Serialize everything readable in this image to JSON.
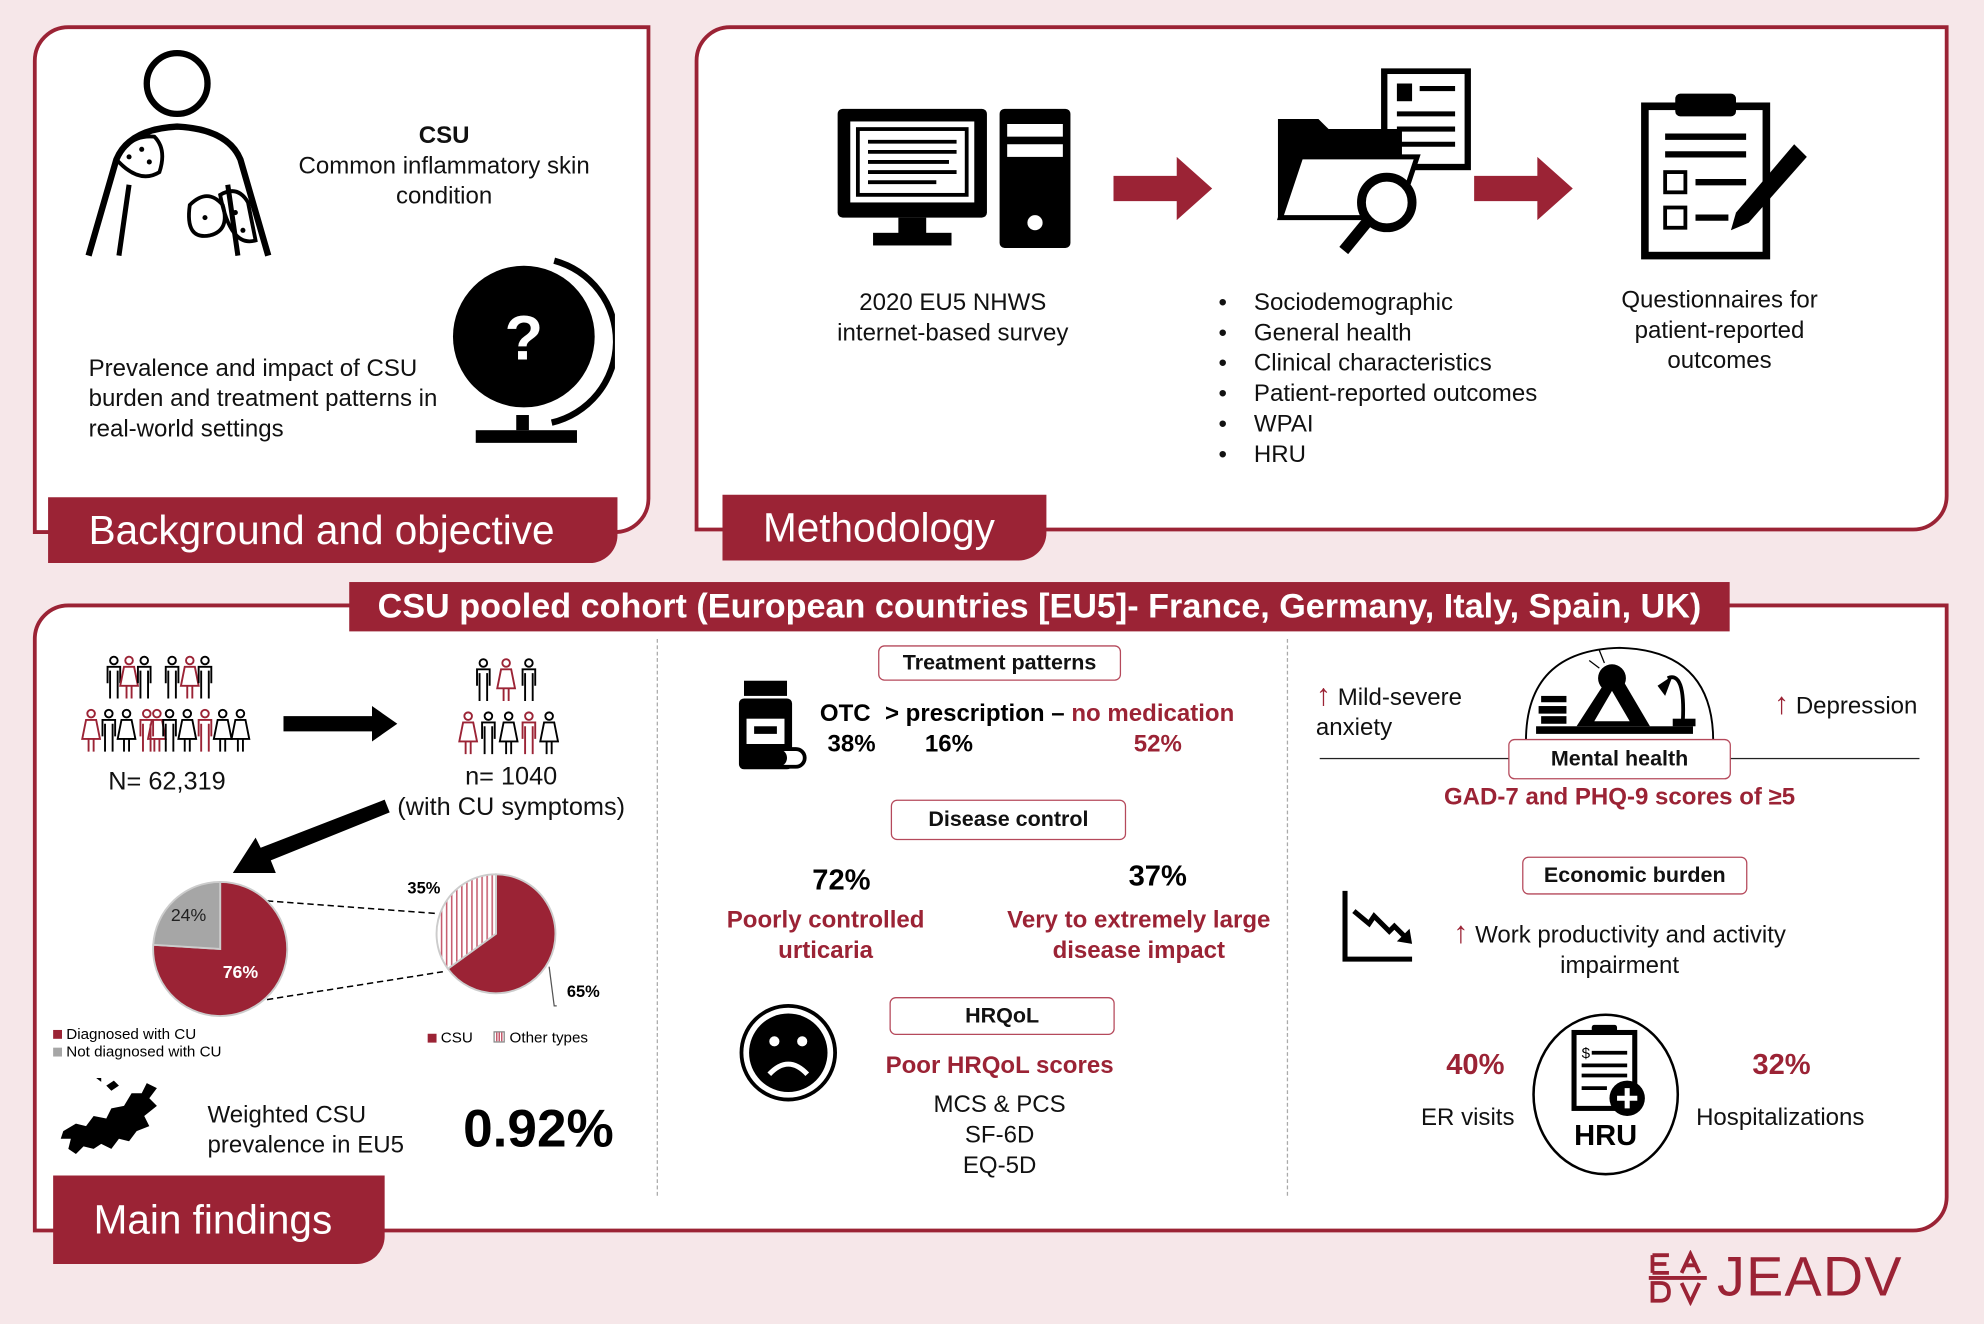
{
  "colors": {
    "accent": "#9b2335",
    "background": "#f6e7e9",
    "gray": "#a6a6a6"
  },
  "background": {
    "label": "Background and objective",
    "csu_title": "CSU",
    "csu_desc": "Common inflammatory skin condition",
    "objective": "Prevalence and impact of CSU burden and treatment patterns in real-world settings",
    "icons": [
      "person-skin-rash-icon",
      "globe-question-icon"
    ]
  },
  "methodology": {
    "label": "Methodology",
    "survey": "2020 EU5 NHWS internet-based survey",
    "items": [
      "Sociodemographic",
      "General health",
      "Clinical characteristics",
      "Patient-reported outcomes",
      "WPAI",
      "HRU"
    ],
    "questionnaires": "Questionnaires for patient-reported outcomes"
  },
  "main": {
    "banner": "CSU pooled cohort (European countries [EU5]- France, Germany, Italy, Spain, UK)",
    "label": "Main findings",
    "total": "N= 62,319",
    "subset": "n= 1040",
    "subset_note": "(with CU symptoms)",
    "prevalence_label": "Weighted CSU prevalence in EU5",
    "prevalence_value": "0.92%",
    "treatment": {
      "title": "Treatment patterns",
      "otc": "OTC",
      "otc_val": "38%",
      "rx": "> prescription –",
      "rx_val": "16%",
      "none": "no medication",
      "none_val": "52%"
    },
    "disease_control": {
      "title": "Disease control",
      "a_val": "72%",
      "a_label": "Poorly controlled urticaria",
      "b_val": "37%",
      "b_label": "Very to extremely large disease impact"
    },
    "hrqol": {
      "title": "HRQoL",
      "headline": "Poor HRQoL scores",
      "items": [
        "MCS & PCS",
        "SF-6D",
        "EQ-5D"
      ]
    },
    "mental": {
      "title": "Mental health",
      "anxiety": "Mild-severe anxiety",
      "depression": "Depression",
      "scores": "GAD-7 and PHQ-9 scores of ≥5"
    },
    "economic": {
      "title": "Economic burden",
      "wpai": "Work productivity and activity impairment",
      "er_val": "40%",
      "er_label": "ER visits",
      "hosp_val": "32%",
      "hosp_label": "Hospitalizations",
      "hru": "HRU"
    }
  },
  "chart_data": [
    {
      "type": "pie",
      "title": "",
      "labels": [
        "Diagnosed with CU",
        "Not diagnosed with CU"
      ],
      "values": [
        76,
        24
      ],
      "data_labels": [
        "76%",
        "24%"
      ],
      "legend": "bottom-left"
    },
    {
      "type": "pie",
      "title": "",
      "labels": [
        "CSU",
        "Other types"
      ],
      "values": [
        65,
        35
      ],
      "data_labels": [
        "65%",
        "35%"
      ],
      "legend": "bottom"
    }
  ],
  "logo": "JEADV"
}
